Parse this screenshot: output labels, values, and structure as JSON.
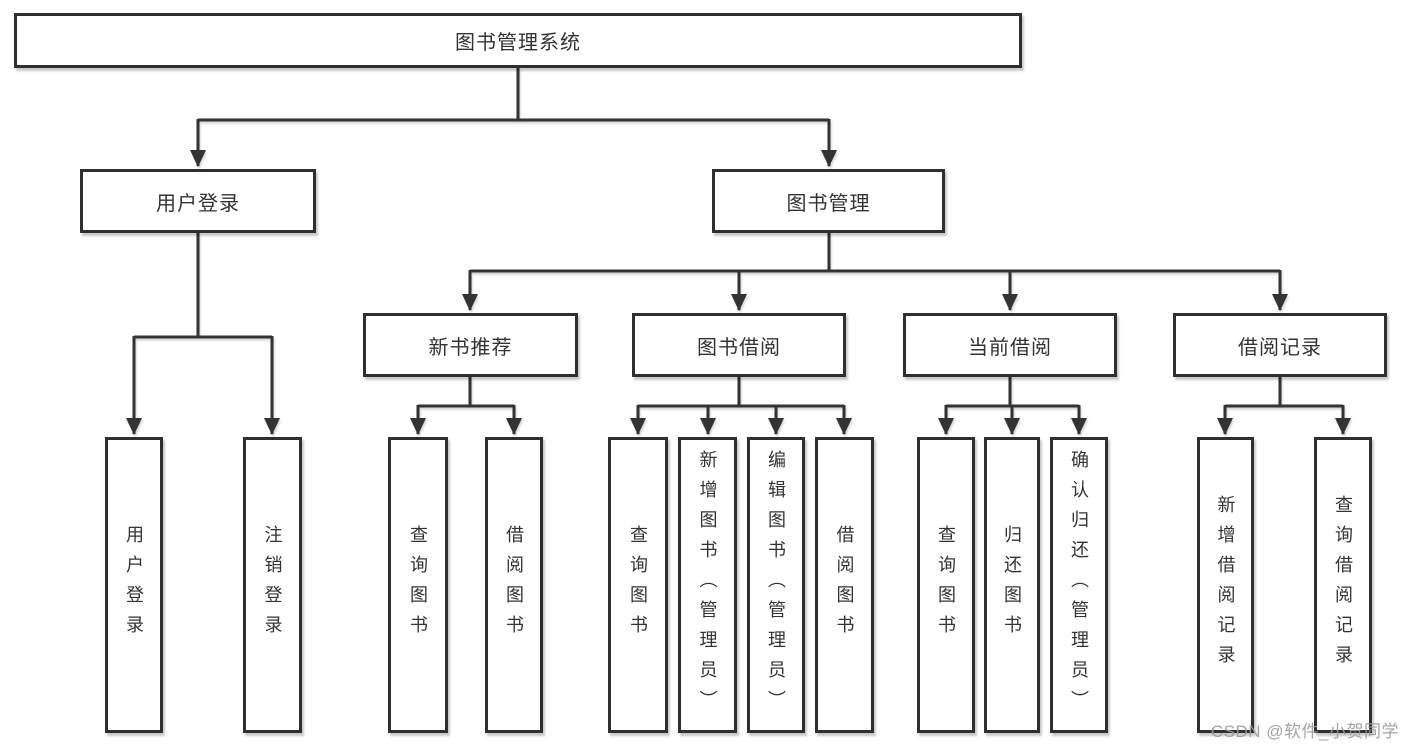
{
  "diagram": {
    "root": {
      "label": "图书管理系统"
    },
    "level2": [
      {
        "label": "用户登录"
      },
      {
        "label": "图书管理"
      }
    ],
    "level3": [
      {
        "label": "新书推荐"
      },
      {
        "label": "图书借阅"
      },
      {
        "label": "当前借阅"
      },
      {
        "label": "借阅记录"
      }
    ],
    "leaves": {
      "user_login": [
        {
          "label": "用户登录"
        },
        {
          "label": "注销登录"
        }
      ],
      "new_book_recommend": [
        {
          "label": "查询图书"
        },
        {
          "label": "借阅图书"
        }
      ],
      "book_borrow": [
        {
          "label": "查询图书"
        },
        {
          "label": "新增图书（管理员）"
        },
        {
          "label": "编辑图书（管理员）"
        },
        {
          "label": "借阅图书"
        }
      ],
      "current_borrow": [
        {
          "label": "查询图书"
        },
        {
          "label": "归还图书"
        },
        {
          "label": "确认归还（管理员）"
        }
      ],
      "borrow_records": [
        {
          "label": "新增借阅记录"
        },
        {
          "label": "查询借阅记录"
        }
      ]
    },
    "watermark": "CSDN @软件_小贺同学",
    "colors": {
      "line": "#333333",
      "box_border": "#2f2f2f",
      "box_fill": "#ffffff",
      "text": "#333333",
      "watermark": "#9a9a9a"
    }
  }
}
